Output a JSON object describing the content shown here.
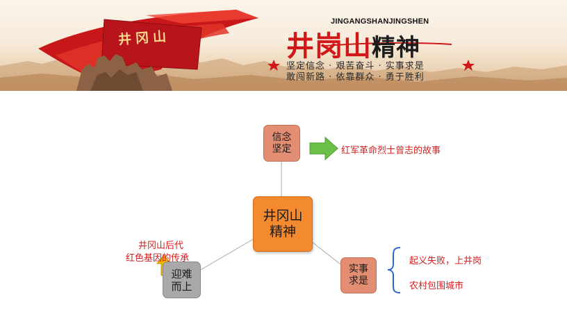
{
  "banner": {
    "monument_text": "井冈山",
    "pinyin": "JINGANGSHANJINGSHEN",
    "title_red": "井岗山",
    "title_dark": "精神",
    "slogan_line1": "坚定信念 · 艰苦奋斗 · 实事求是",
    "slogan_line2": "敢闯新路 · 依靠群众 · 勇于胜利",
    "colors": {
      "red": "#d01818",
      "gold": "#f6d58c"
    }
  },
  "diagram": {
    "center": "井冈山\n精神",
    "belief": {
      "label": "信念\n坚定",
      "detail": "红军革命烈士曾志的故事"
    },
    "fact": {
      "label": "实事\n求是",
      "details": [
        "起义失败，上井岗",
        "农村包围城市"
      ]
    },
    "hardship": {
      "label": "迎难\n而上",
      "detail_line1": "井冈山后代",
      "detail_line2": "红色基因的传承"
    },
    "colors": {
      "center": "#f38a30",
      "branch": "#e38d72",
      "hardship": "#a9a9a9",
      "arrow_green": "#6cc04a",
      "arrow_yellow": "#f5b800",
      "brace": "#2a66c8",
      "text_red": "#d42020"
    },
    "icons": [
      "right-arrow-icon",
      "up-arrow-icon",
      "curly-brace-icon"
    ]
  }
}
